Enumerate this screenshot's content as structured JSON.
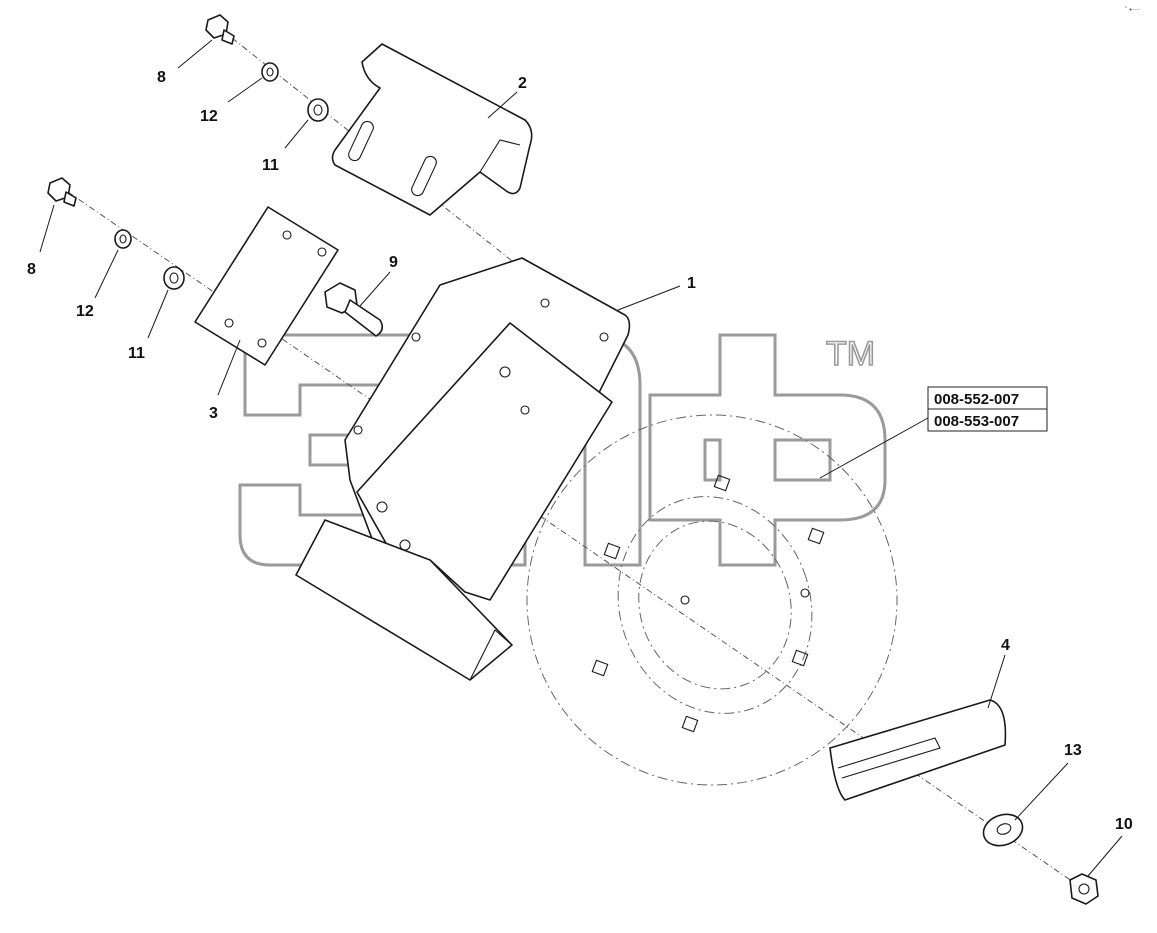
{
  "watermark": {
    "trademark": "TM"
  },
  "corner_mark": "ﾟ•···",
  "part_numbers": [
    "008-552-007",
    "008-553-007"
  ],
  "callouts": [
    {
      "id": "callout-8-top",
      "text": "8"
    },
    {
      "id": "callout-12-top",
      "text": "12"
    },
    {
      "id": "callout-11-top",
      "text": "11"
    },
    {
      "id": "callout-2",
      "text": "2"
    },
    {
      "id": "callout-8-left",
      "text": "8"
    },
    {
      "id": "callout-12-left",
      "text": "12"
    },
    {
      "id": "callout-11-left",
      "text": "11"
    },
    {
      "id": "callout-9",
      "text": "9"
    },
    {
      "id": "callout-1",
      "text": "1"
    },
    {
      "id": "callout-3",
      "text": "3"
    },
    {
      "id": "callout-4",
      "text": "4"
    },
    {
      "id": "callout-13",
      "text": "13"
    },
    {
      "id": "callout-10",
      "text": "10"
    }
  ]
}
